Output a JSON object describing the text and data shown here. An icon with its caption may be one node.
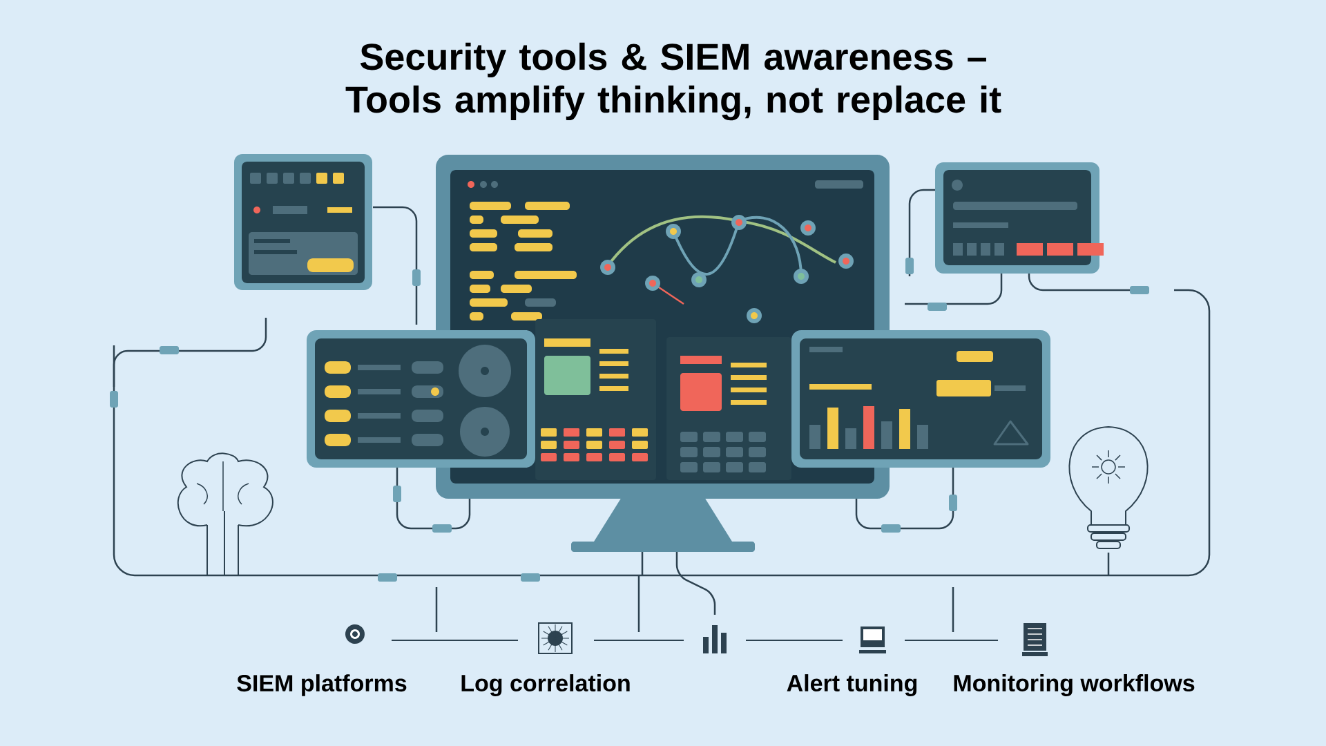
{
  "diagram": {
    "title": "Security tools & SIEM awareness – Tools amplify thinking, not replace it",
    "labels": [
      "SIEM platforms",
      "Log correlation",
      "Alert tuning",
      "Monitoring workflows"
    ]
  }
}
